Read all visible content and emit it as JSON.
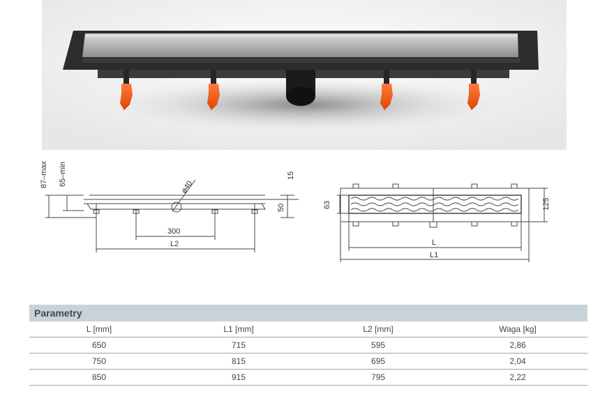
{
  "drawing_left": {
    "label_87": "87–max",
    "label_65": "65–min",
    "label_15": "15",
    "label_50": "50",
    "label_d40": "ø40",
    "label_300": "300",
    "label_L2": "L2"
  },
  "drawing_right": {
    "label_63": "63",
    "label_125": "125",
    "label_L": "L",
    "label_L1": "L1"
  },
  "table": {
    "title": "Parametry",
    "headers": [
      "L [mm]",
      "L1 [mm]",
      "L2 [mm]",
      "Waga [kg]"
    ],
    "rows": [
      [
        "650",
        "715",
        "595",
        "2,86"
      ],
      [
        "750",
        "815",
        "695",
        "2,04"
      ],
      [
        "850",
        "915",
        "795",
        "2,22"
      ]
    ]
  },
  "colors": {
    "header_bg": "#c8d2d9",
    "row_border": "#8aa9b6",
    "foot_orange": "#ff5a1f"
  }
}
